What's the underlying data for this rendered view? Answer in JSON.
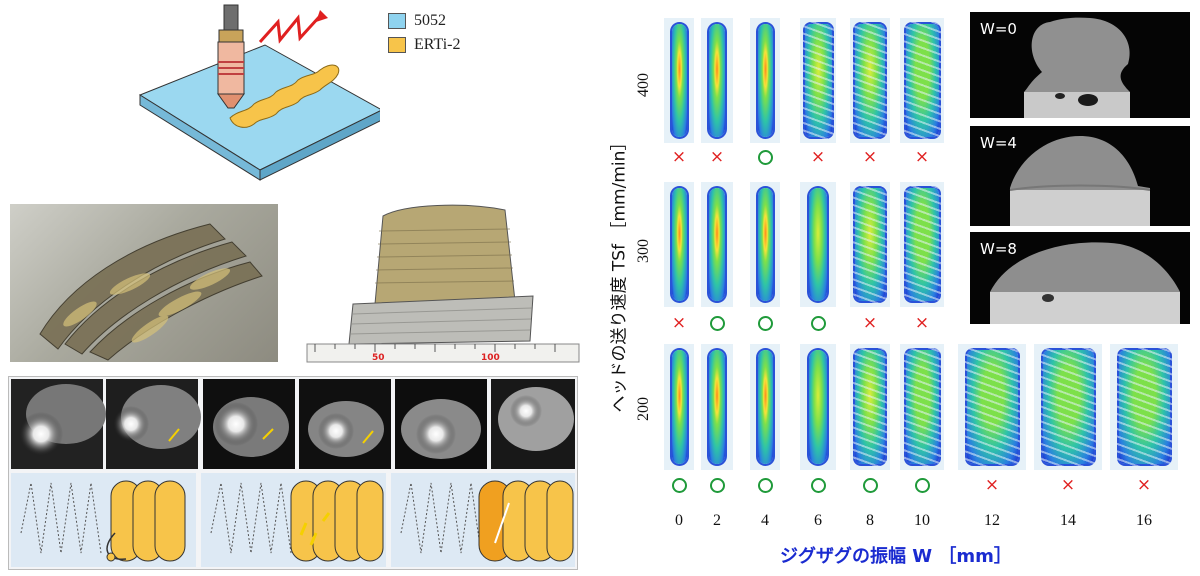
{
  "legend": [
    {
      "label": "5052",
      "color": "#8fd3ef"
    },
    {
      "label": "ERTi-2",
      "color": "#f7c44a"
    }
  ],
  "ruler": {
    "marks": [
      "50",
      "100"
    ]
  },
  "thermal_grid": {
    "y_axis_label": "ヘッドの送り速度 TSf ［mm/min］",
    "x_axis_label": "ジグザグの振幅 W ［mm］",
    "x_values": [
      "0",
      "2",
      "4",
      "6",
      "8",
      "10",
      "12",
      "14",
      "16"
    ],
    "rows": [
      {
        "speed": "400",
        "results": [
          "×",
          "×",
          "○",
          "×",
          "×",
          "×"
        ]
      },
      {
        "speed": "300",
        "results": [
          "×",
          "○",
          "○",
          "○",
          "×",
          "×"
        ]
      },
      {
        "speed": "200",
        "results": [
          "○",
          "○",
          "○",
          "○",
          "○",
          "○",
          "×",
          "×",
          "×"
        ]
      }
    ]
  },
  "cross_sections": [
    {
      "label": "W=0"
    },
    {
      "label": "W=4"
    },
    {
      "label": "W=8"
    }
  ]
}
